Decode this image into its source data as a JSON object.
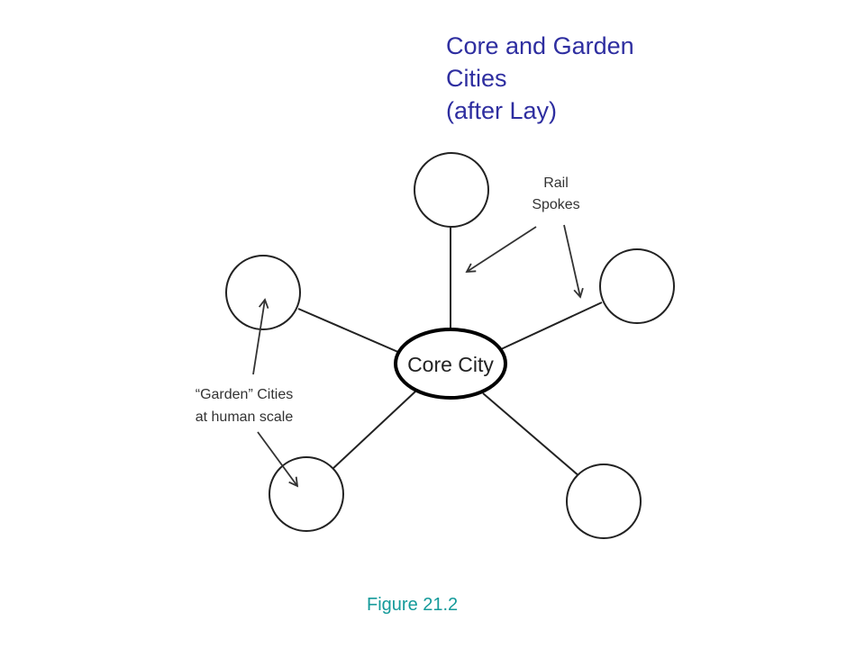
{
  "title": {
    "lines": [
      "Core and Garden",
      "Cities",
      "(after Lay)"
    ]
  },
  "diagram": {
    "core_label": "Core City",
    "rail_label": [
      "Rail",
      "Spokes"
    ],
    "garden_label": [
      "“Garden” Cities",
      "at human scale"
    ],
    "stroke_color": "#000000"
  },
  "caption": "Figure 21.2"
}
